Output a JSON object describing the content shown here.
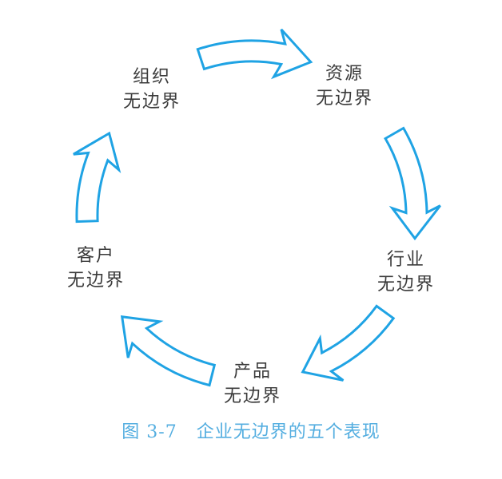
{
  "diagram": {
    "nodes": [
      {
        "id": "organization",
        "line1": "组织",
        "line2": "无边界"
      },
      {
        "id": "resource",
        "line1": "资源",
        "line2": "无边界"
      },
      {
        "id": "industry",
        "line1": "行业",
        "line2": "无边界"
      },
      {
        "id": "product",
        "line1": "产品",
        "line2": "无边界"
      },
      {
        "id": "customer",
        "line1": "客户",
        "line2": "无边界"
      }
    ],
    "edges": [
      {
        "from": "organization",
        "to": "resource",
        "icon": "curved-arrow-icon"
      },
      {
        "from": "resource",
        "to": "industry",
        "icon": "curved-arrow-icon"
      },
      {
        "from": "industry",
        "to": "product",
        "icon": "curved-arrow-icon"
      },
      {
        "from": "product",
        "to": "customer",
        "icon": "curved-arrow-icon"
      },
      {
        "from": "customer",
        "to": "organization",
        "icon": "curved-arrow-icon"
      }
    ],
    "caption": {
      "figure_label": "图 3-7",
      "figure_title": "企业无边界的五个表现"
    },
    "colors": {
      "arrow": "#1FA3E4",
      "label_text": "#3b3b3b",
      "caption_text": "#54AEE0",
      "background": "#ffffff"
    }
  }
}
